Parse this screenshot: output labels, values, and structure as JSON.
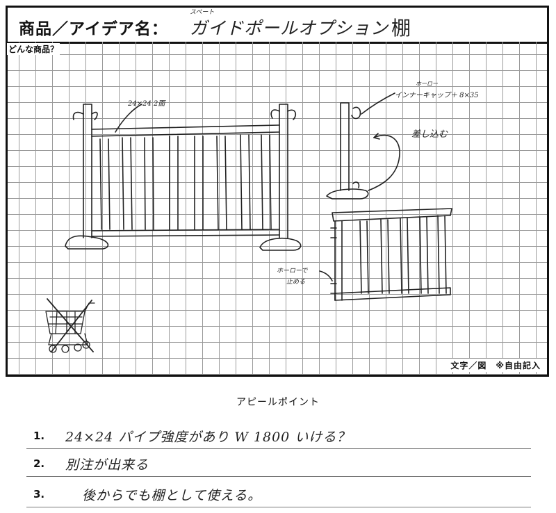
{
  "header": {
    "label": "商品／アイデア名：",
    "ruby": "スペート",
    "value": "ガイドポールオプション",
    "value_sub": "棚"
  },
  "section": {
    "title": "どんな商品？",
    "footer": "文字／図　※自由記入"
  },
  "notes": {
    "pipe": "24×24 2面",
    "insert": "インナーキャップ＋ 8×35",
    "insert_ruby": "ホーロー",
    "slide_in": "差し込む",
    "fix_a": "ホーローで",
    "fix_b": "止める"
  },
  "appeal": {
    "title": "アピールポイント",
    "points": [
      {
        "no": "1.",
        "text": "24×24 パイプ強度があり W 1800 いける？"
      },
      {
        "no": "2.",
        "text": "別注が出来る"
      },
      {
        "no": "3.",
        "text": "後からでも棚として使える。"
      }
    ]
  }
}
